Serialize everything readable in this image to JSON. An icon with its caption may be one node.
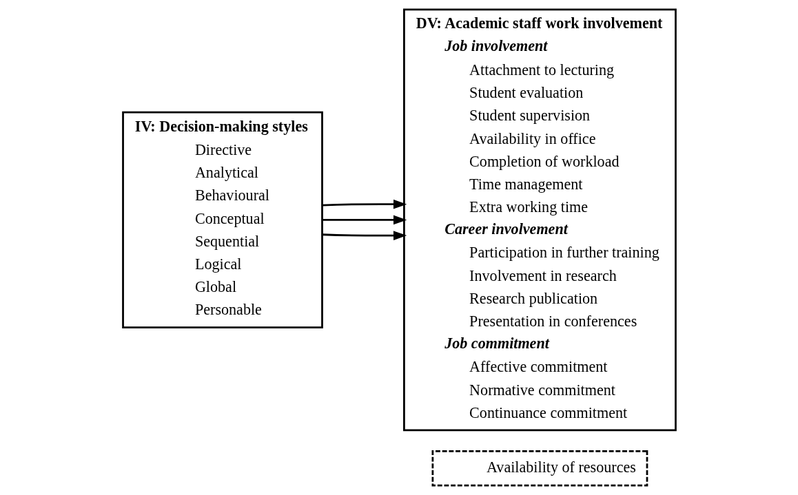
{
  "diagram": {
    "nodes": [
      {
        "text": [
          "IV: Decision-making styles",
          "Directive",
          "Analytical",
          "Behavioural",
          "Conceptual",
          "Sequential",
          "Logical",
          "Global",
          "Personable"
        ]
      },
      {
        "text": [
          "DV: Academic staff work involvement",
          "Job involvement",
          "Attachment to lecturing",
          "Student evaluation",
          "Student supervision",
          "Availability in office",
          "Completion of workload",
          "Time management",
          "Extra working time",
          "Career involvement",
          "Participation in further training",
          "Involvement in research",
          "Research publication",
          "Presentation in conferences",
          "Job commitment",
          "Affective commitment",
          "Normative commitment",
          "Continuance commitment"
        ]
      },
      {
        "text": [
          "Availability of resources"
        ]
      }
    ],
    "edges": [
      {
        "from": 0,
        "to": 1,
        "arrow": "to"
      },
      {
        "from": 0,
        "to": 1,
        "arrow": "to"
      },
      {
        "from": 0,
        "to": 1,
        "arrow": "to"
      }
    ]
  }
}
